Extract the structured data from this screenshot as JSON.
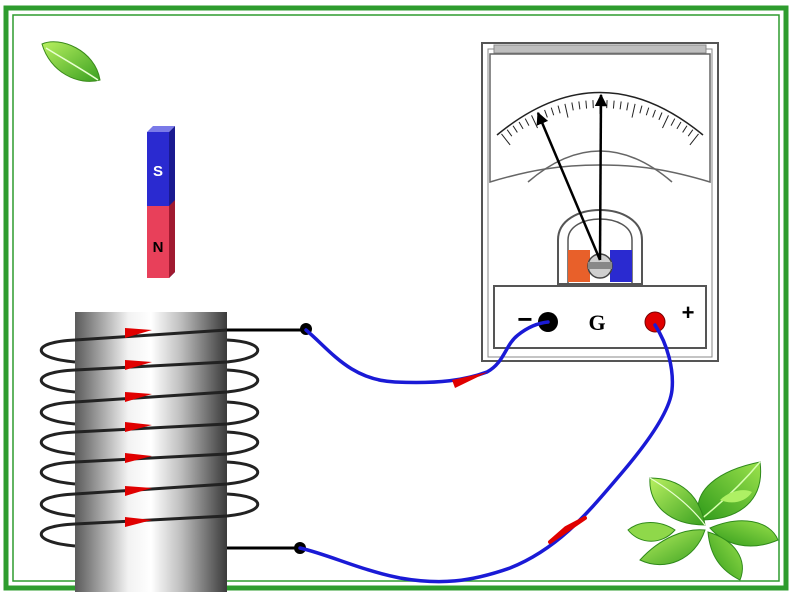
{
  "magnet": {
    "top_pole": "S",
    "bottom_pole": "N"
  },
  "galvanometer": {
    "label": "G",
    "negative_terminal": "−",
    "positive_terminal": "+"
  },
  "colors": {
    "frame": "#2e9c2e",
    "wire": "#1a1ad6",
    "arrow": "#e00000",
    "magnet_s": "#2a2ad0",
    "magnet_n": "#e8405a",
    "terminal_pos": "#e00000",
    "terminal_neg": "#000000"
  },
  "icons": [
    "leaf-icon",
    "leaves-cluster-icon"
  ]
}
